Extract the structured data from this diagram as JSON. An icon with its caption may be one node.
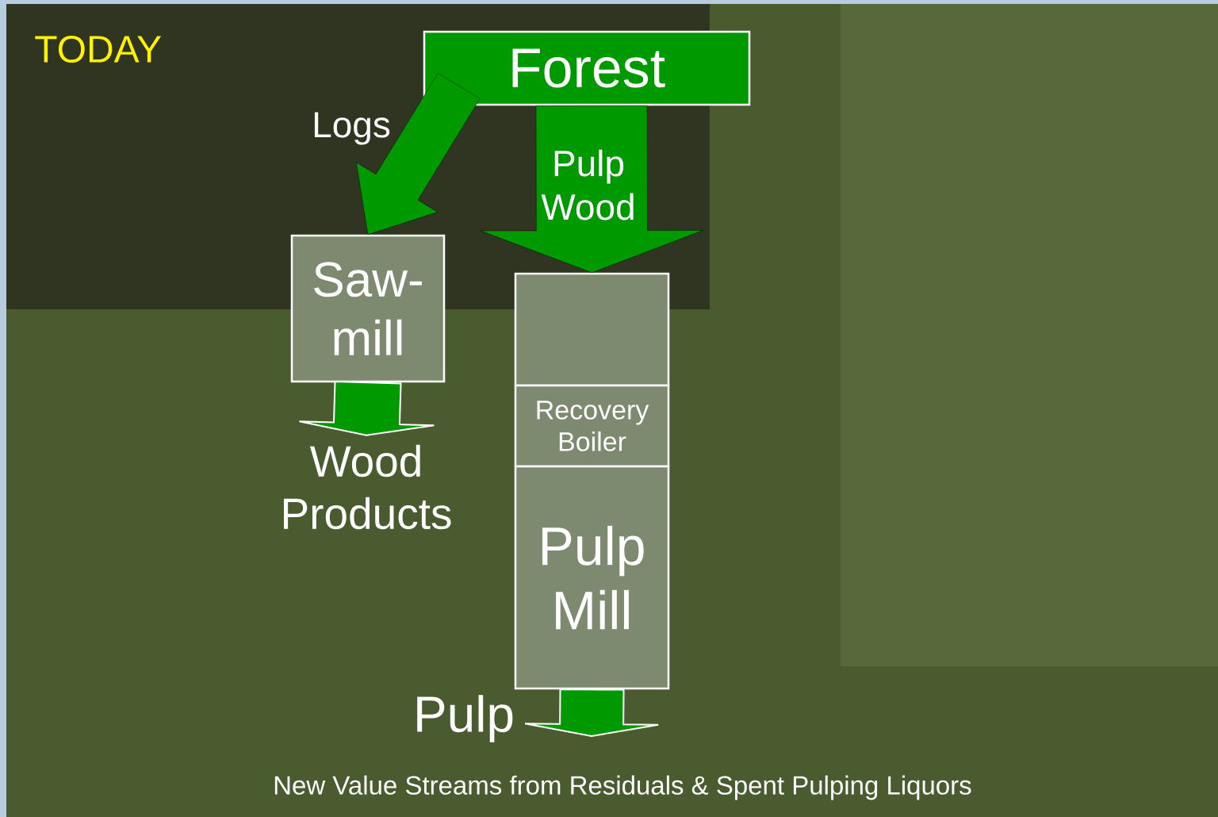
{
  "diagram": {
    "title": "TODAY",
    "caption": "New Value Streams from Residuals & Spent Pulping Liquors",
    "nodes": [
      {
        "text": [
          "Forest"
        ]
      },
      {
        "text": [
          "Saw- mill"
        ]
      },
      {
        "text": [],
        "shape": "box"
      },
      {
        "text": [
          "Recovery Boiler"
        ]
      },
      {
        "text": [
          "Pulp Mill"
        ]
      },
      {
        "text": [
          "Wood Products"
        ]
      }
    ],
    "edges": [
      {
        "from": 0,
        "to": 1,
        "arrow": "to",
        "label": "Logs"
      },
      {
        "from": 0,
        "to": 2,
        "arrow": "to",
        "label": "Pulp Wood"
      },
      {
        "from": 1,
        "to": 5,
        "arrow": "to"
      },
      {
        "from": 4,
        "to": null,
        "arrow": "to",
        "label": "Pulp"
      }
    ]
  }
}
